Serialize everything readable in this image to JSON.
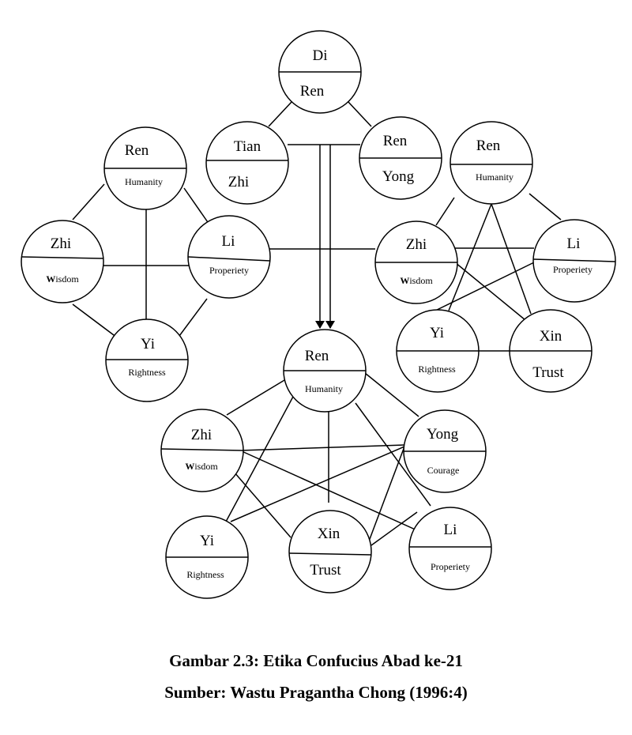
{
  "nodes": {
    "top_di": {
      "top": "Di",
      "bottom": "Ren"
    },
    "top_tian": {
      "top": "Tian",
      "bottom": "Zhi"
    },
    "top_renyong": {
      "top": "Ren",
      "bottom": "Yong"
    },
    "left_ren": {
      "top": "Ren",
      "bottom": "Humanity"
    },
    "left_zhi": {
      "top": "Zhi",
      "bottom_bold": "W",
      "bottom": "isdom"
    },
    "left_li": {
      "top": "Li",
      "bottom": "Properiety"
    },
    "left_yi": {
      "top": "Yi",
      "bottom": "Rightness"
    },
    "right_ren": {
      "top": "Ren",
      "bottom": "Humanity"
    },
    "right_zhi": {
      "top": "Zhi",
      "bottom_bold": "W",
      "bottom": "isdom"
    },
    "right_li": {
      "top": "Li",
      "bottom": "Properiety"
    },
    "right_yi": {
      "top": "Yi",
      "bottom": "Rightness"
    },
    "right_xin": {
      "top": "Xin",
      "bottom": "Trust"
    },
    "bot_ren": {
      "top": "Ren",
      "bottom": "Humanity"
    },
    "bot_zhi": {
      "top": "Zhi",
      "bottom_bold": "W",
      "bottom": "isdom"
    },
    "bot_yong": {
      "top": "Yong",
      "bottom": "Courage"
    },
    "bot_yi": {
      "top": "Yi",
      "bottom": "Rightness"
    },
    "bot_xin": {
      "top": "Xin",
      "bottom": "Trust"
    },
    "bot_li": {
      "top": "Li",
      "bottom": "Properiety"
    }
  },
  "caption": {
    "title": "Gambar 2.3: Etika Confucius Abad ke-21",
    "source": "Sumber: Wastu Pragantha Chong (1996:4)"
  }
}
